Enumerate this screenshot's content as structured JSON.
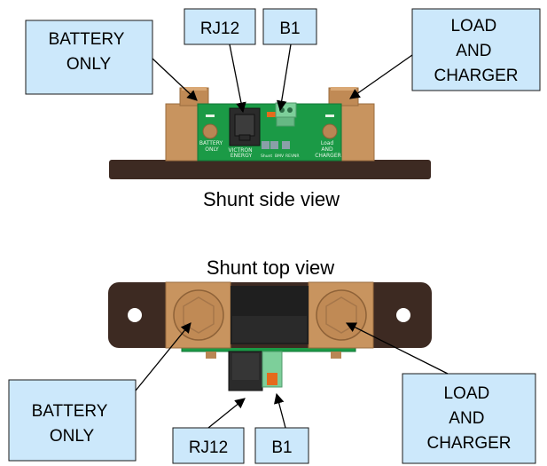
{
  "side_view": {
    "caption": "Shunt side view",
    "callouts": {
      "battery": [
        "BATTERY",
        "ONLY"
      ],
      "rj12": "RJ12",
      "b1": "B1",
      "load": [
        "LOAD",
        "AND",
        "CHARGER"
      ]
    },
    "pcb": {
      "left_label": [
        "BATTERY",
        "ONLY"
      ],
      "right_label": [
        "Load",
        "AND",
        "CHARGER"
      ],
      "brand": [
        "VICTRON",
        "ENERGY"
      ],
      "pin_labels": [
        "Shunt",
        "BMV",
        "REVNR"
      ]
    }
  },
  "top_view": {
    "caption": "Shunt top view",
    "callouts": {
      "battery": [
        "BATTERY",
        "ONLY"
      ],
      "rj12": "RJ12",
      "b1": "B1",
      "load": [
        "LOAD",
        "AND",
        "CHARGER"
      ]
    }
  },
  "colors": {
    "callout_fill": "#cce8fb",
    "copper": "#c8945f",
    "base": "#3d2a22",
    "pcb_green": "#1b9a46"
  }
}
